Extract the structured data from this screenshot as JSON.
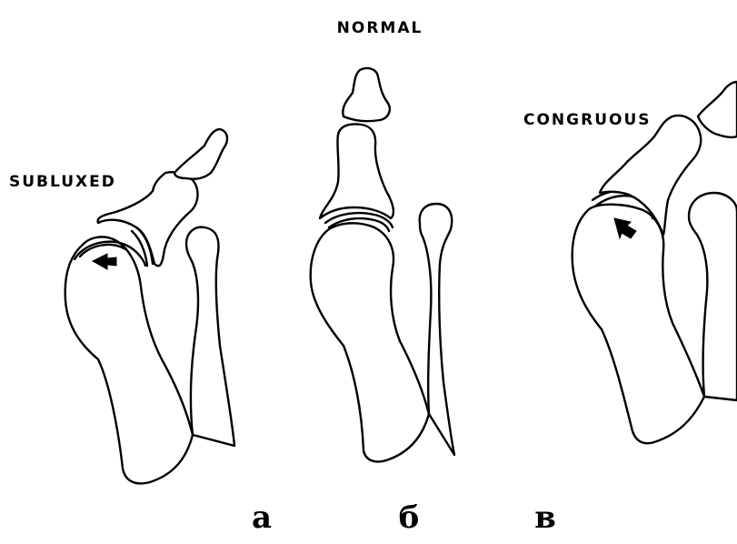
{
  "labels": {
    "normal": "NORMAL",
    "subluxed": "SUBLUXED",
    "congruous": "CONGRUOUS"
  },
  "panel_letters": {
    "a": "а",
    "b": "б",
    "c": "в"
  },
  "colors": {
    "ink": "#000000",
    "background": "#ffffff"
  }
}
